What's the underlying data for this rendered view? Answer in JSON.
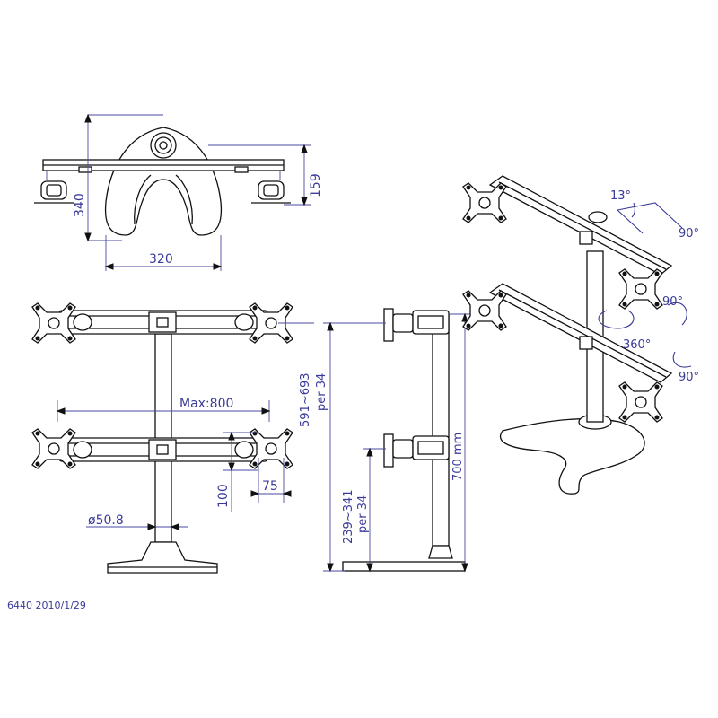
{
  "dimensions": {
    "base_width": "320",
    "base_depth": "340",
    "top_height": "159",
    "arm_max": "Max:800",
    "pole_diameter": "ø50.8",
    "vesa_100": "100",
    "vesa_75": "75",
    "upper_range": "591~693",
    "upper_step": "per 34",
    "lower_range": "239~341",
    "lower_step": "per 34",
    "pole_height": "700 mm"
  },
  "angles": {
    "tilt": "13°",
    "swivel_top": "90°",
    "swivel_mid": "90°",
    "rotate": "360°",
    "swivel_low": "90°"
  },
  "footer": {
    "model": "6440",
    "date": "2010/1/29"
  }
}
